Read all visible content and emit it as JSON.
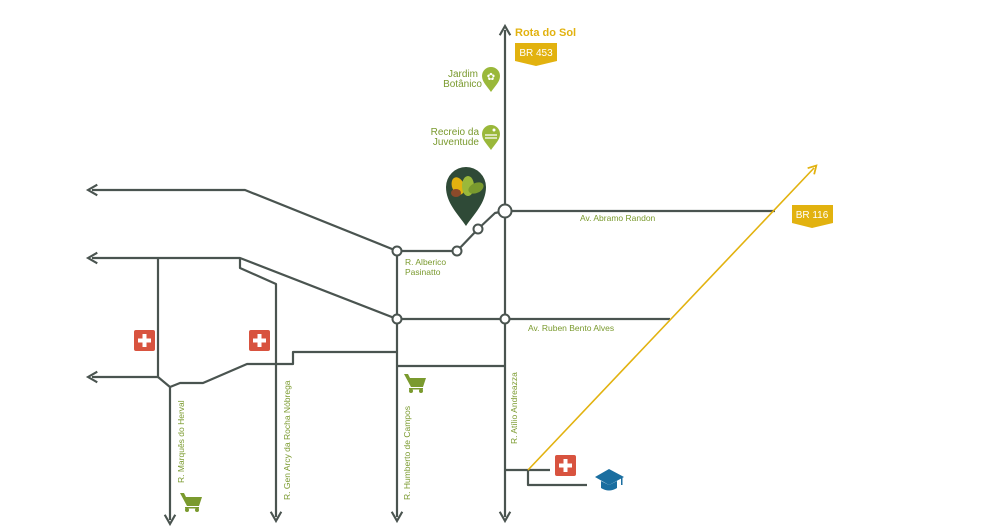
{
  "colors": {
    "road": "#4a5450",
    "label": "#7a9a2e",
    "highway": "#e2b20f",
    "hospital": "#d8533f",
    "school": "#1a6ea0",
    "pin": "#2f4a37"
  },
  "highways": {
    "route_name": "Rota do Sol",
    "br453": "BR 453",
    "br116": "BR 116"
  },
  "pois": {
    "jardim_l1": "Jardim",
    "jardim_l2": "Botânico",
    "recreio_l1": "Recreio da",
    "recreio_l2": "Juventude"
  },
  "streets": {
    "abramo": "Av. Abramo Randon",
    "alberico_l1": "R. Alberico",
    "alberico_l2": "Pasinatto",
    "ruben": "Av. Ruben Bento Alves",
    "marques": "R. Marquês do Herval",
    "arcy": "R. Gen Arcy da Rocha Nóbrega",
    "humberto": "R. Humberto de Campos",
    "atilio": "R. Atílio Andreazza"
  }
}
